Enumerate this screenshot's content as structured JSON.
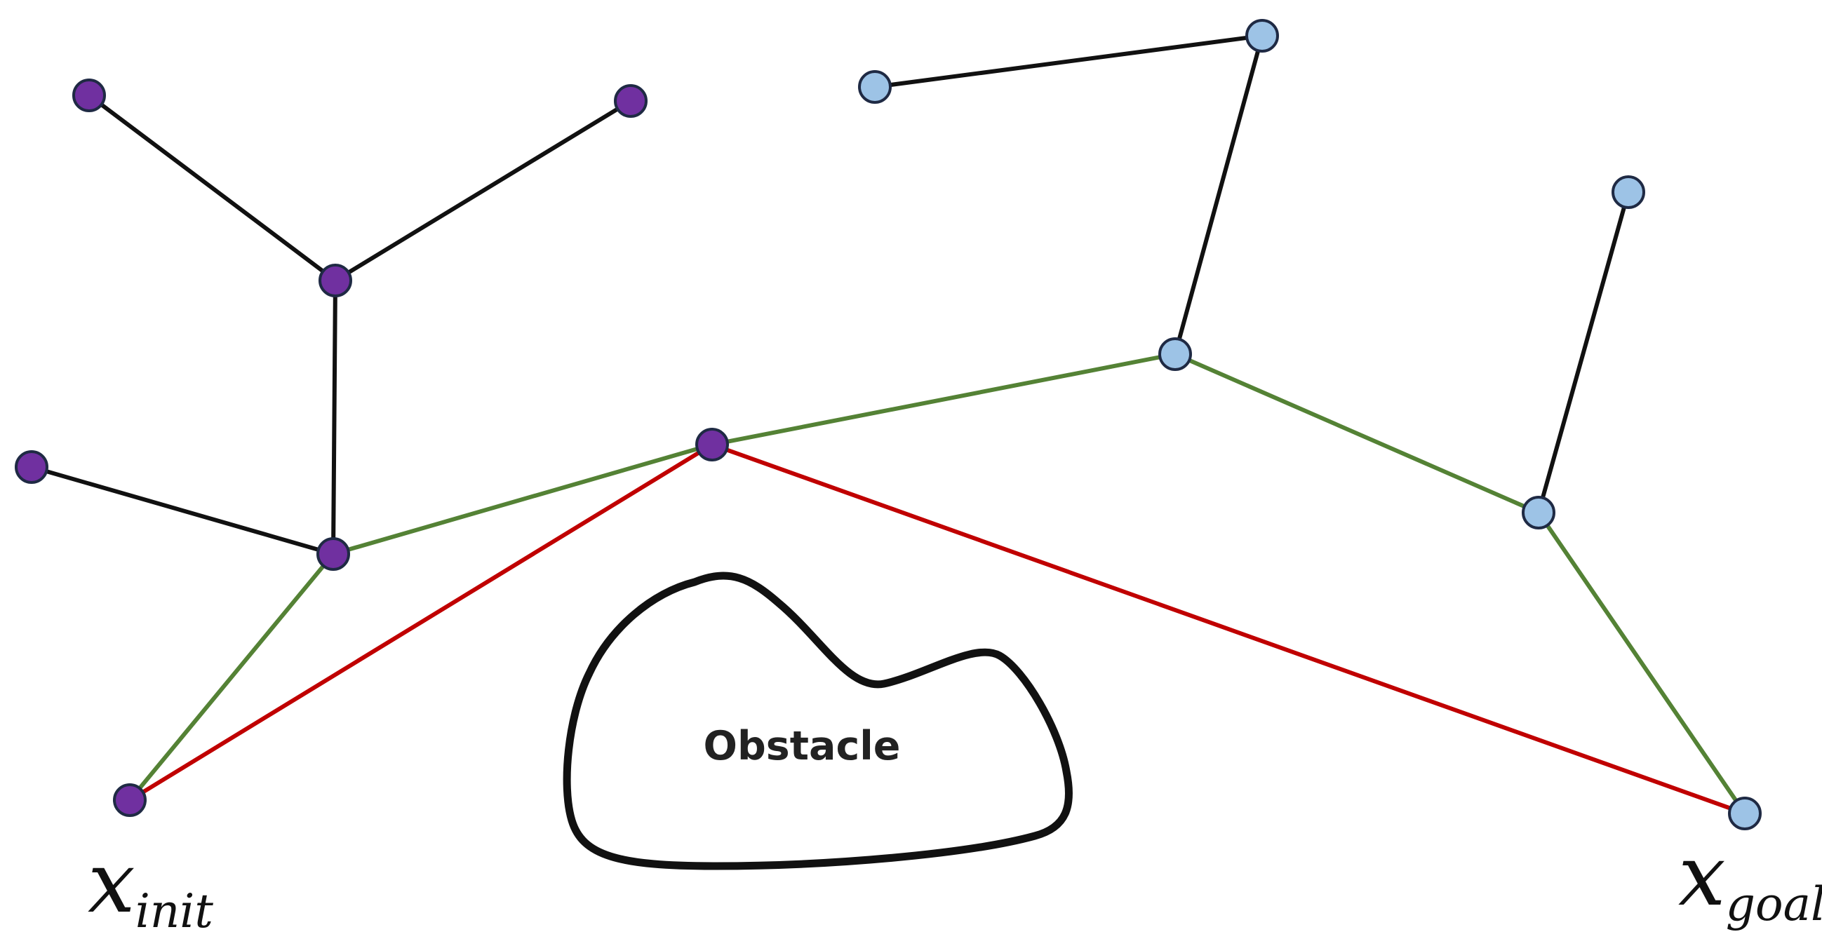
{
  "labels": {
    "start_symbol": "x",
    "start_subscript": "init",
    "goal_symbol": "x",
    "goal_subscript": "goal",
    "obstacle": "Obstacle"
  },
  "colors": {
    "start_tree_node": "#7030a0",
    "goal_tree_node": "#9dc3e6",
    "node_outline": "#1f2a44",
    "tree_edge": "#111111",
    "connection_path": "#548235",
    "optimized_path": "#c00000",
    "obstacle_outline": "#111111"
  },
  "start_tree": {
    "node_count": 7,
    "nodes": [
      "x_init",
      "n1",
      "n2",
      "n3",
      "n4",
      "n5",
      "n6"
    ],
    "edges": [
      [
        "n1",
        "n2"
      ],
      [
        "n1",
        "n3"
      ],
      [
        "n1",
        "n4"
      ],
      [
        "n4",
        "n5"
      ],
      [
        "n4",
        "x_init"
      ],
      [
        "n4",
        "n6"
      ]
    ]
  },
  "goal_tree": {
    "node_count": 6,
    "nodes": [
      "g1",
      "g2",
      "g3",
      "g4",
      "g5",
      "x_goal"
    ],
    "edges": [
      [
        "g1",
        "g2"
      ],
      [
        "g2",
        "g3"
      ],
      [
        "g3",
        "g4"
      ],
      [
        "g4",
        "g5"
      ],
      [
        "g4",
        "x_goal"
      ]
    ]
  },
  "connection_path": [
    "x_init",
    "n4",
    "n6",
    "g3",
    "g4",
    "x_goal"
  ],
  "optimized_path": [
    "x_init",
    "n6",
    "x_goal"
  ]
}
